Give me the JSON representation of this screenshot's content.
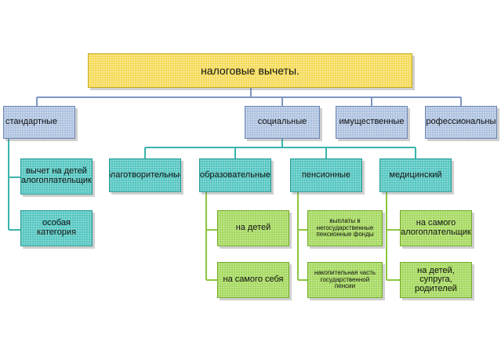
{
  "diagram": {
    "root": "налоговые вычеты.",
    "categories": {
      "standard": "стандартные",
      "social": "социальные",
      "property": "имущественные",
      "professional": "профессиональные"
    },
    "standard_items": {
      "children_deduction": "вычет на детей налогоплательщика",
      "special_category": "особая категория"
    },
    "social_items": {
      "charity": "благотворительные",
      "education": "образовательные",
      "pension": "пенсионные",
      "medical": "медицинский"
    },
    "education_items": {
      "for_children": "на детей",
      "for_self": "на самого себя"
    },
    "pension_items": {
      "non_state_funds": "выплаты в негосударственные пенсионные фонды",
      "funded_part": "накопительная часть государственной пенсии"
    },
    "medical_items": {
      "for_taxpayer": "на самого налогоплательщика",
      "for_children_spouse_parents": "на детей, супруга, родителей"
    }
  }
}
